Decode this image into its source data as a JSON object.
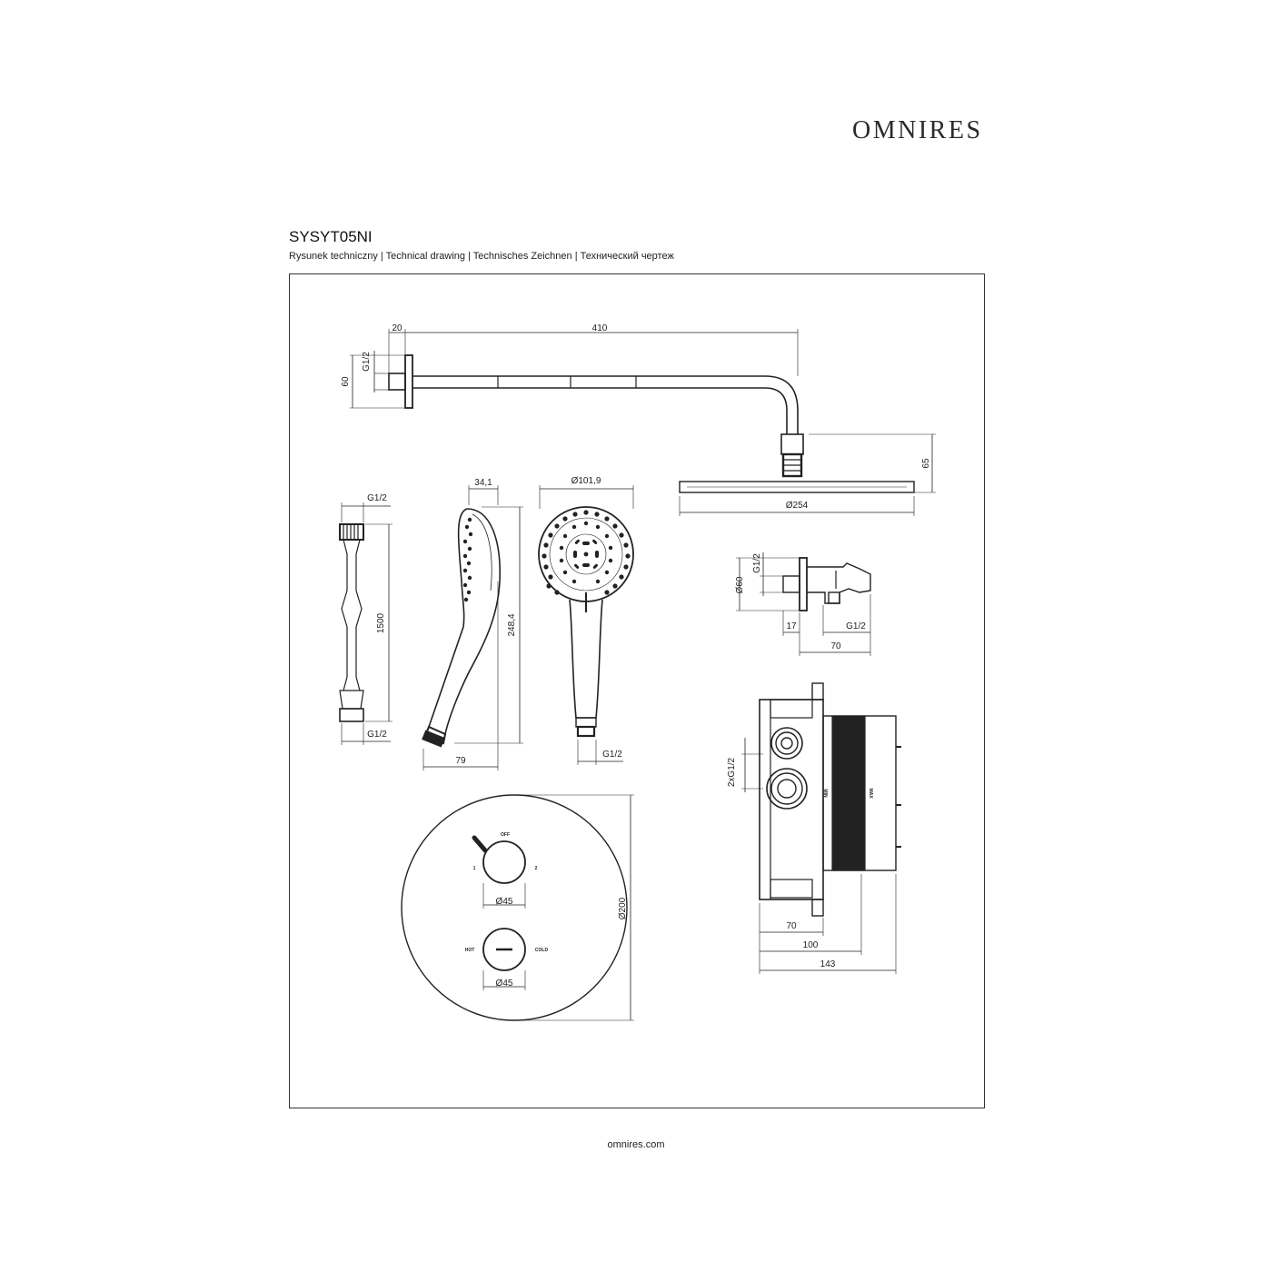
{
  "header": {
    "brand": "OMNIRES",
    "model": "SYSYT05NI",
    "subtitle": "Rysunek techniczny | Technical drawing | Technisches Zeichnen | Технический чертеж"
  },
  "drawing": {
    "arm": {
      "d20": "20",
      "d410": "410",
      "g12": "G1/2",
      "d60": "60",
      "d65": "65",
      "d254": "Ø254"
    },
    "hose": {
      "g12_top": "G1/2",
      "d1500": "1500",
      "g12_bottom": "G1/2"
    },
    "handshower_side": {
      "d34": "34,1",
      "d248": "248,4",
      "d79": "79"
    },
    "handshower_front": {
      "d101": "Ø101,9",
      "g12": "G1/2"
    },
    "elbow": {
      "g12_v": "G1/2",
      "d60": "Ø60",
      "d17": "17",
      "g12_h": "G1/2",
      "d70": "70"
    },
    "panel": {
      "off": "OFF",
      "pos1": "1",
      "pos2": "2",
      "d45_top": "Ø45",
      "hot": "HOT",
      "cold": "COLD",
      "d45_bottom": "Ø45",
      "d200": "Ø200"
    },
    "box": {
      "conn": "2xG1/2",
      "min": "MIN",
      "max": "MAX",
      "d70": "70",
      "d100": "100",
      "d143": "143"
    }
  },
  "footer": {
    "url": "omnires.com"
  }
}
